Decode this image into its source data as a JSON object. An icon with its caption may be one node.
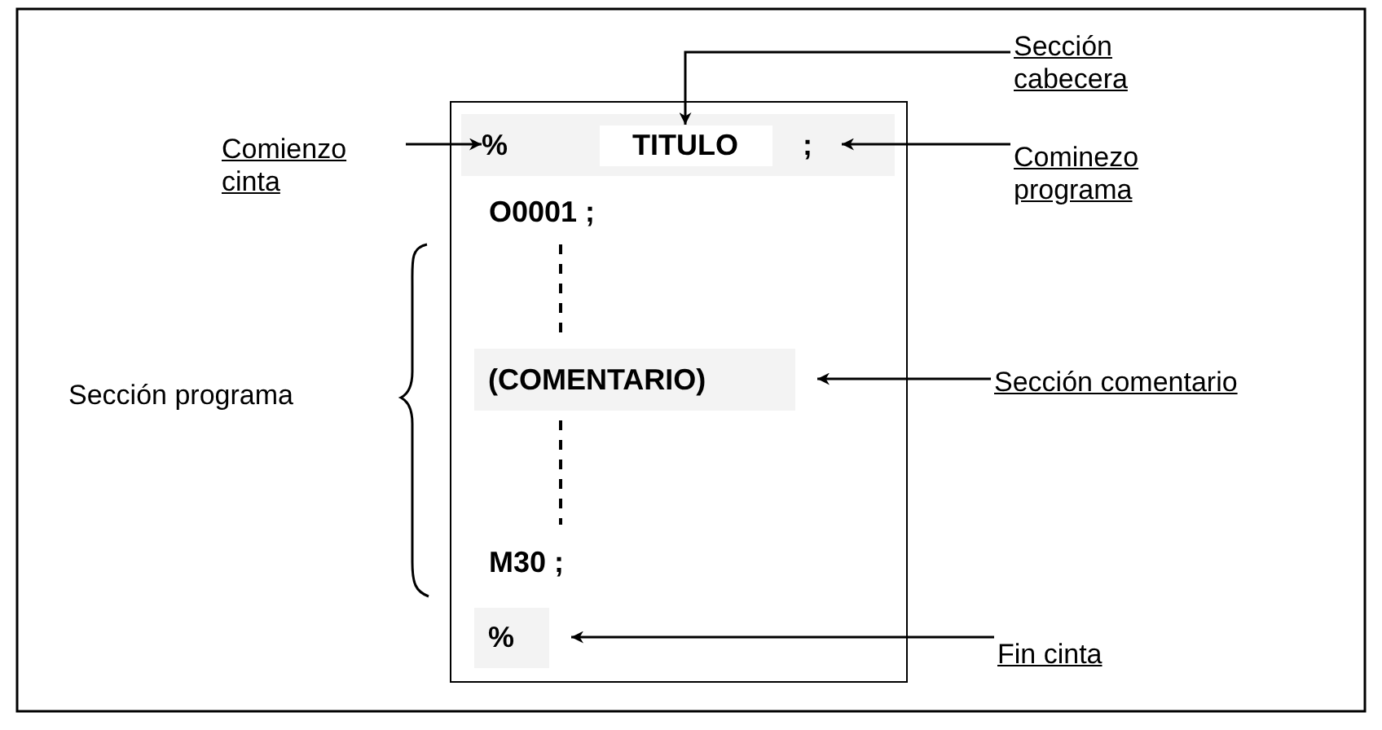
{
  "diagram": {
    "nodes": [
      {
        "text": [],
        "shape": "box"
      },
      {
        "text": [],
        "shape": "bar",
        "in": 0
      },
      {
        "text": [
          "%"
        ],
        "in": 1
      },
      {
        "text": [
          "TITULO"
        ],
        "in": 1
      },
      {
        "text": [
          ";"
        ],
        "in": 1
      },
      {
        "text": [
          "(COMENTARIO)"
        ],
        "in": 0
      },
      {
        "text": [
          "%"
        ],
        "in": 0
      },
      {
        "text": [
          "Sección cabecera"
        ]
      },
      {
        "text": [
          "Comienzo cinta"
        ]
      },
      {
        "text": [
          "Cominezo programa"
        ]
      },
      {
        "text": [
          "Sección comentario"
        ]
      },
      {
        "text": [
          "Fin cinta"
        ]
      }
    ],
    "edges": [
      {
        "from": 7,
        "to": 3,
        "arrow": "to"
      },
      {
        "from": 8,
        "to": 2,
        "arrow": "to"
      },
      {
        "from": 9,
        "to": 4,
        "arrow": "to"
      },
      {
        "from": 10,
        "to": 5,
        "arrow": "to"
      },
      {
        "from": 11,
        "to": 6,
        "arrow": "to"
      }
    ],
    "labels": [
      "O0001 ;",
      "Sección programa",
      "M30 ;"
    ]
  }
}
